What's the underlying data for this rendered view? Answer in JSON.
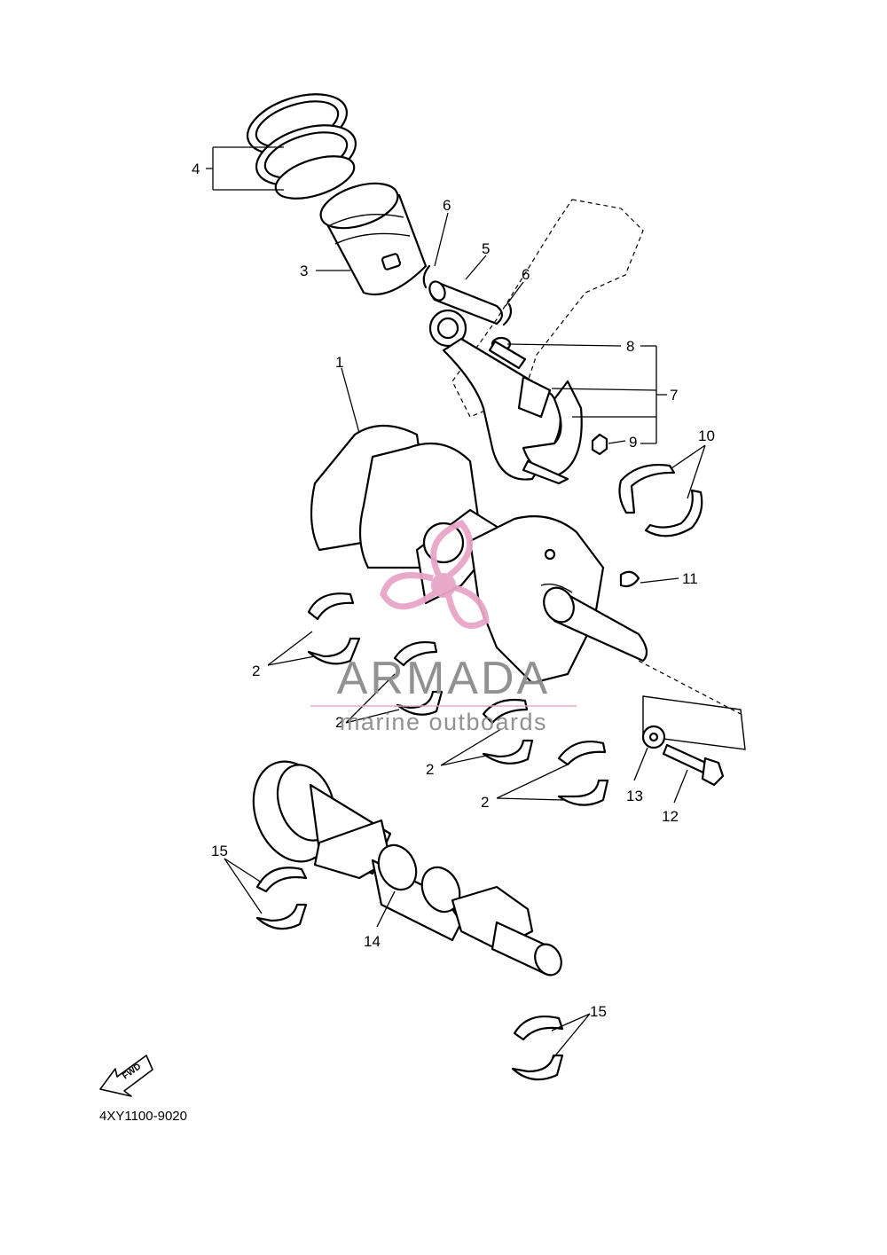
{
  "diagram": {
    "reference_code": "4XY1100-9020",
    "fwd_arrow_label": "FWD",
    "callouts": {
      "c1": "1",
      "c2a": "2",
      "c2b": "2",
      "c2c": "2",
      "c2d": "2",
      "c3": "3",
      "c4": "4",
      "c5": "5",
      "c6a": "6",
      "c6b": "6",
      "c7": "7",
      "c8": "8",
      "c9": "9",
      "c10": "10",
      "c11": "11",
      "c12": "12",
      "c13": "13",
      "c14": "14",
      "c15a": "15",
      "c15b": "15"
    }
  },
  "watermark": {
    "brand": "ARMADA",
    "tagline": "marine outboards",
    "logo_color": "#e8a5c8",
    "text_color": "#8c8c8c"
  }
}
